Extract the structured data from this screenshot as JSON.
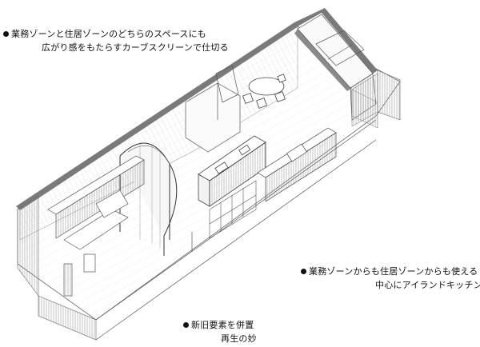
{
  "annotations": {
    "curve_screen": {
      "line1": "業務ゾーンと住居ゾーンのどちらのスペースにも",
      "line2": "広がり感をもたらすカーブスクリーンで仕切る"
    },
    "island_kitchen": {
      "line1": "業務ゾーンからも住居ゾーンからも使える",
      "line2": "中心にアイランドキッチン"
    },
    "old_new": {
      "line1": "新旧要素を併置",
      "line2": "再生の妙"
    }
  },
  "colors": {
    "ink": "#111111",
    "line": "#555555",
    "wall_cap": "#7a7a7a",
    "hatch": "#9a9a9a",
    "background": "#ffffff"
  }
}
